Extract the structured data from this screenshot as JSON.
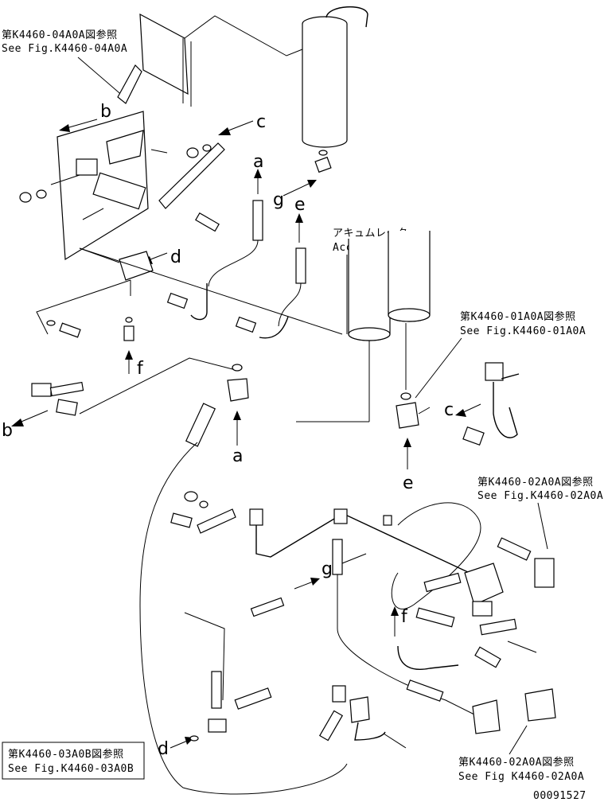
{
  "references": {
    "k4460_04a0a_jp": "第K4460-04A0A図参照",
    "k4460_04a0a_en": "See Fig.K4460-04A0A",
    "k4460_01a0a_jp": "第K4460-01A0A図参照",
    "k4460_01a0a_en": "See Fig.K4460-01A0A",
    "k4460_02a0a_top_jp": "第K4460-02A0A図参照",
    "k4460_02a0a_top_en": "See Fig.K4460-02A0A",
    "k4460_03a0b_jp": "第K4460-03A0B図参照",
    "k4460_03a0b_en": "See Fig.K4460-03A0B",
    "k4460_02a0a_bottom_jp": "第K4460-02A0A図参照",
    "k4460_02a0a_bottom_en": "See Fig K4460-02A0A"
  },
  "accumulator_label_jp": "アキュムレータ",
  "accumulator_label_en": "Accumulator",
  "connection_letters": {
    "a": "a",
    "b": "b",
    "c": "c",
    "d": "d",
    "e": "e",
    "f": "f",
    "g": "g"
  },
  "drawing_number": "00091527"
}
